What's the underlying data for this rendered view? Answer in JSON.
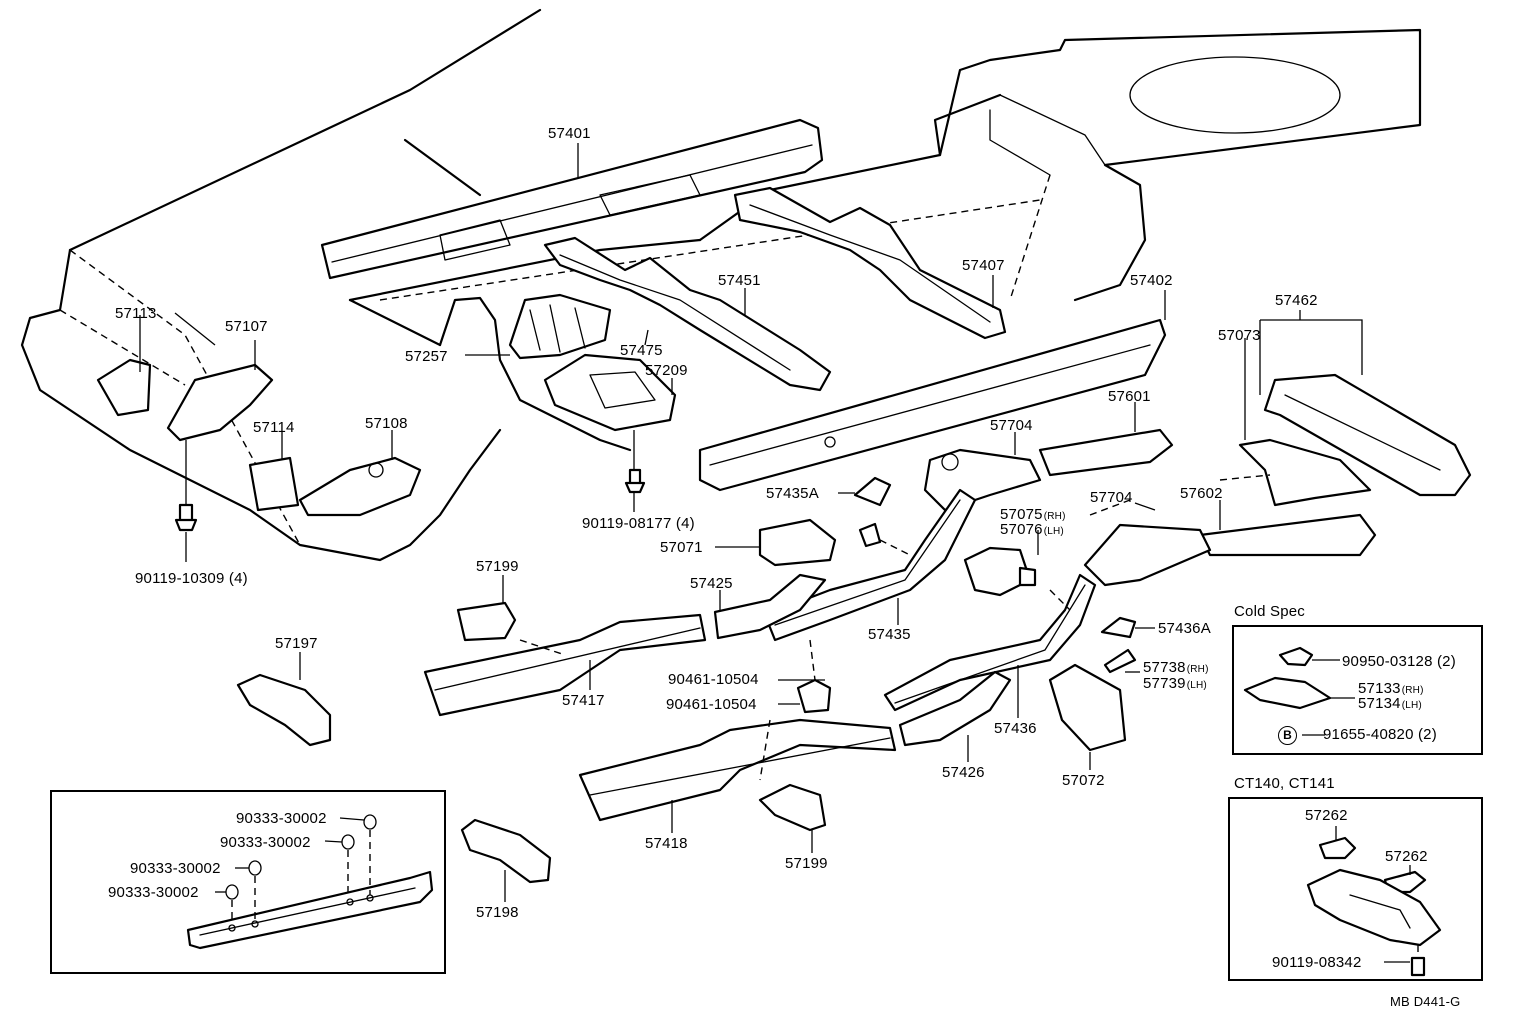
{
  "labels": {
    "p57401": "57401",
    "p57451": "57451",
    "p57407": "57407",
    "p57402": "57402",
    "p57462": "57462",
    "p57073": "57073",
    "p57113": "57113",
    "p57107": "57107",
    "p57257": "57257",
    "p57475": "57475",
    "p57209": "57209",
    "p57114": "57114",
    "p57108": "57108",
    "p57704a": "57704",
    "p57601": "57601",
    "p57435A": "57435A",
    "p57704b": "57704",
    "p57602": "57602",
    "p57075": "57075",
    "p57075_sub": "(RH)",
    "p57076": "57076",
    "p57076_sub": "(LH)",
    "p90119_10309": "90119-10309 (4)",
    "p90119_08177": "90119-08177 (4)",
    "p57071": "57071",
    "p57199a": "57199",
    "p57425": "57425",
    "p57435": "57435",
    "p57436A": "57436A",
    "p57197": "57197",
    "p57417": "57417",
    "p90461_a": "90461-10504",
    "p90461_b": "90461-10504",
    "p57738": "57738",
    "p57738_sub": "(RH)",
    "p57739": "57739",
    "p57739_sub": "(LH)",
    "p57436": "57436",
    "p57426": "57426",
    "p57072": "57072",
    "p57418": "57418",
    "p57199b": "57199",
    "p57198": "57198",
    "p90333_1": "90333-30002",
    "p90333_2": "90333-30002",
    "p90333_3": "90333-30002",
    "p90333_4": "90333-30002"
  },
  "cold_spec": {
    "title": "Cold Spec",
    "item1": "90950-03128 (2)",
    "item2": "57133",
    "item2_sub": "(RH)",
    "item3": "57134",
    "item3_sub": "(LH)",
    "b_symbol": "B",
    "item4": "91655-40820 (2)"
  },
  "ct_box": {
    "title": "CT140, CT141",
    "item1": "57262",
    "item2": "57262",
    "item3": "90119-08342"
  },
  "ref_code": "MB D441-G"
}
